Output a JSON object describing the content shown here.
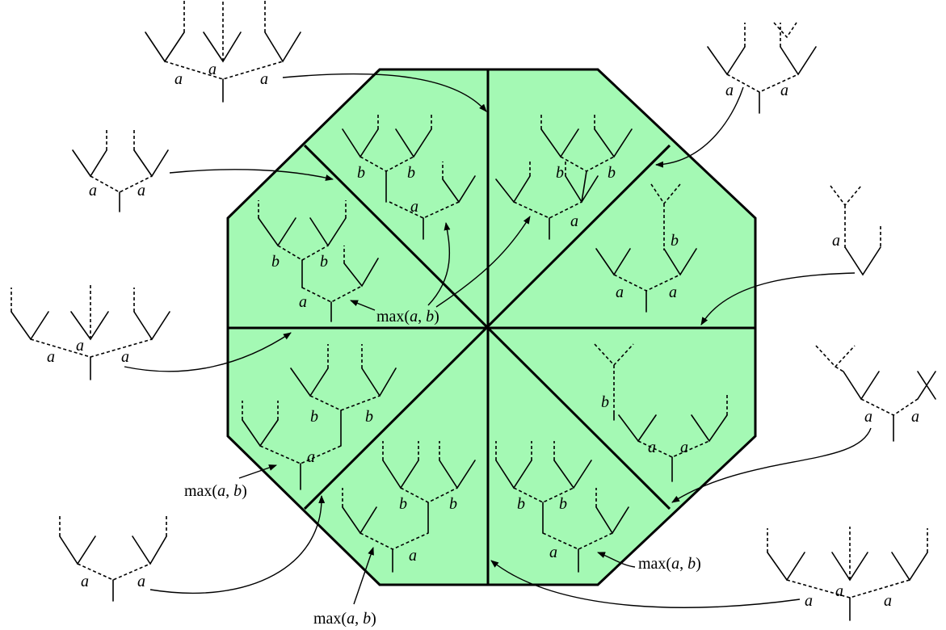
{
  "colors": {
    "region_fill": "#a4f9b4",
    "line": "#000000"
  },
  "labels": {
    "a": "a",
    "b": "b",
    "max_text": "max(a, b)",
    "max_prefix": "max(",
    "max_a": "a",
    "max_sep": ", ",
    "max_b": "b",
    "max_suffix": ")"
  }
}
